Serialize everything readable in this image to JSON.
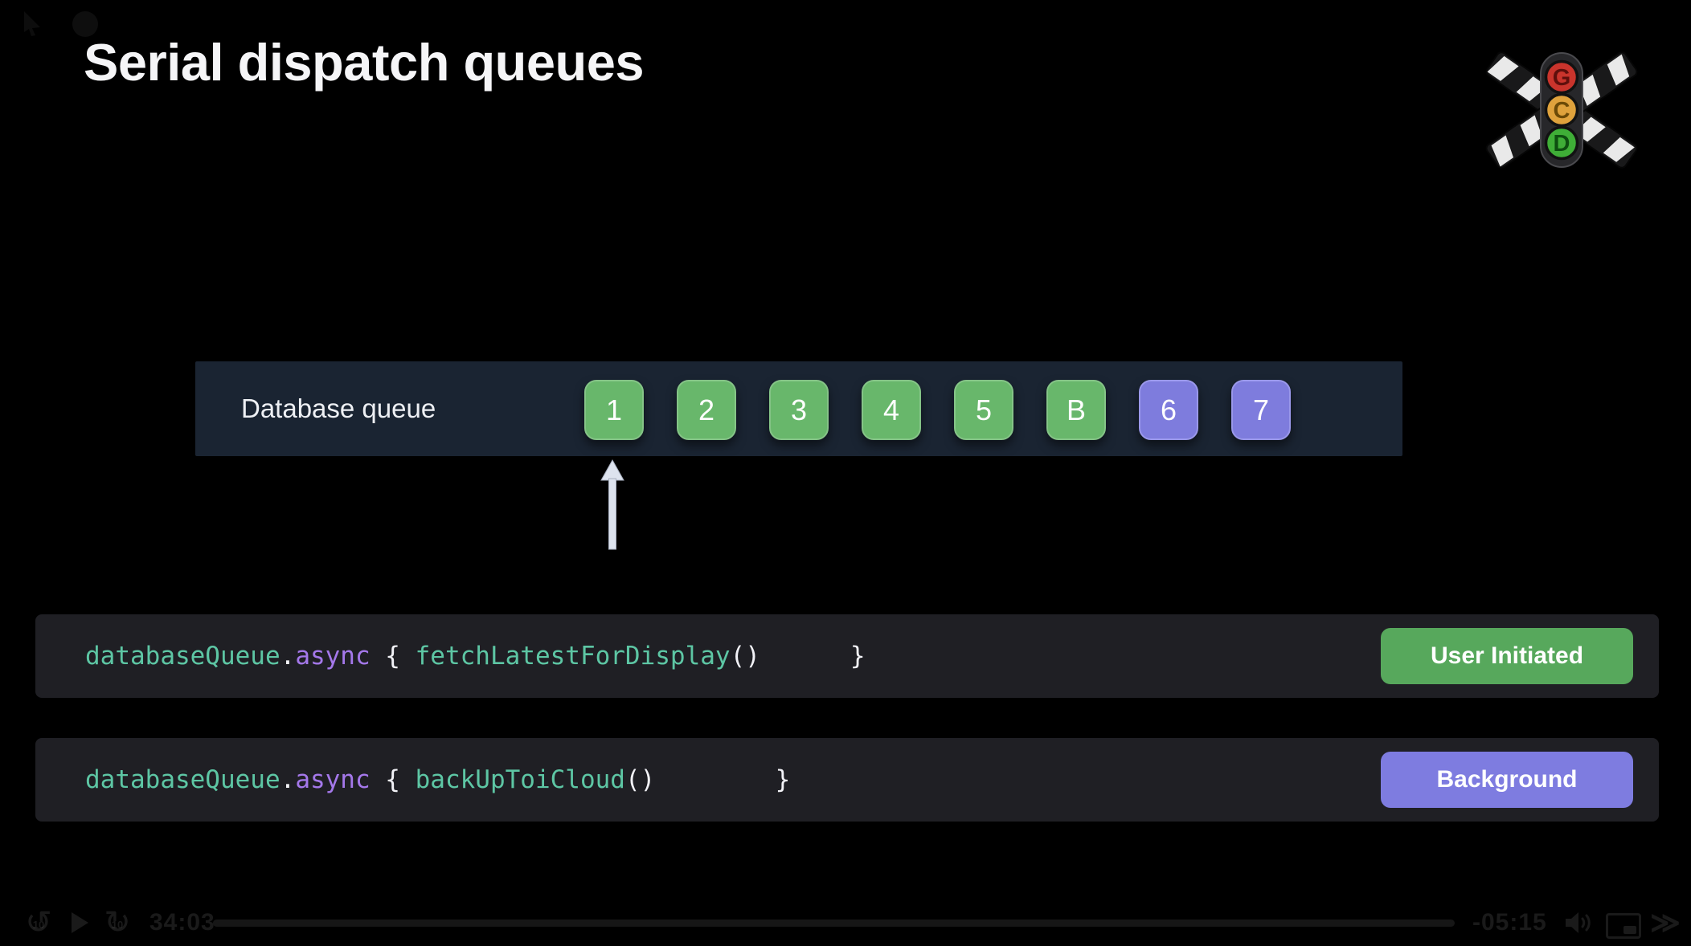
{
  "slide": {
    "title": "Serial dispatch queues",
    "queue": {
      "label": "Database queue",
      "blocks": [
        {
          "label": "1",
          "color": "green"
        },
        {
          "label": "2",
          "color": "green"
        },
        {
          "label": "3",
          "color": "green"
        },
        {
          "label": "4",
          "color": "green"
        },
        {
          "label": "5",
          "color": "green"
        },
        {
          "label": "B",
          "color": "green"
        },
        {
          "label": "6",
          "color": "purple"
        },
        {
          "label": "7",
          "color": "purple"
        }
      ]
    },
    "code_rows": [
      {
        "tokens": [
          {
            "t": "databaseQueue",
            "c": "teal"
          },
          {
            "t": ".",
            "c": "white"
          },
          {
            "t": "async",
            "c": "purple"
          },
          {
            "t": " { ",
            "c": "white"
          },
          {
            "t": "fetchLatestForDisplay",
            "c": "teal"
          },
          {
            "t": "()",
            "c": "white"
          },
          {
            "t": "      }",
            "c": "white"
          }
        ],
        "badge": {
          "label": "User Initiated",
          "type": "green"
        }
      },
      {
        "tokens": [
          {
            "t": "databaseQueue",
            "c": "teal"
          },
          {
            "t": ".",
            "c": "white"
          },
          {
            "t": "async",
            "c": "purple"
          },
          {
            "t": " { ",
            "c": "white"
          },
          {
            "t": "backUpToiCloud",
            "c": "teal"
          },
          {
            "t": "()",
            "c": "white"
          },
          {
            "t": "        }",
            "c": "white"
          }
        ],
        "badge": {
          "label": "Background",
          "type": "purple"
        }
      }
    ]
  },
  "logo": {
    "letters": [
      "G",
      "C",
      "D"
    ],
    "light_colors": [
      "#c9342c",
      "#dfa23c",
      "#3fae37"
    ]
  },
  "player": {
    "elapsed": "34:03",
    "remaining": "-05:15",
    "skip_amount": "10",
    "fast_forward_glyph": "≫"
  },
  "colors": {
    "green": "#68b76b",
    "purple": "#7e7cdd",
    "badge_green": "#57a85c",
    "badge_purple": "#7e7ce0",
    "bar_bg": "#1a2432",
    "code_bg": "#1f1f24",
    "teal": "#5dc6a4",
    "code_purple": "#a478ea",
    "arrow": "#dde3ee"
  }
}
